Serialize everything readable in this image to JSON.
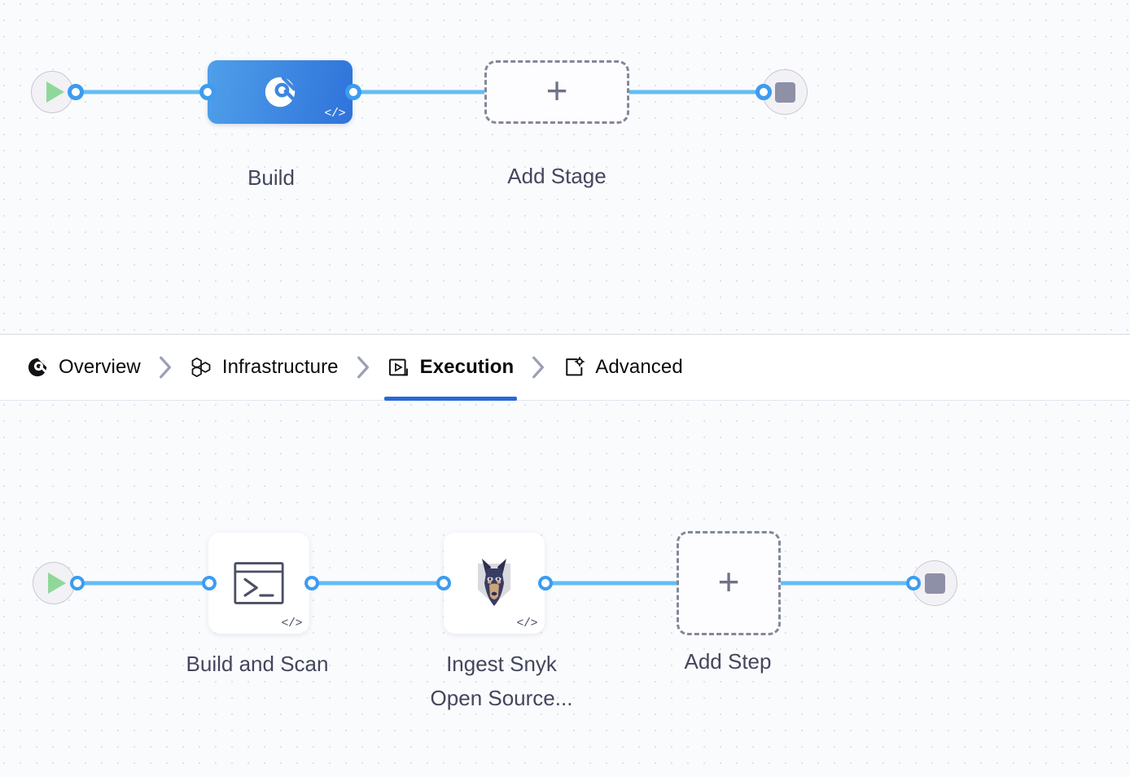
{
  "theme": {
    "canvas_bg": "#fafbfd",
    "grid_dot": "#dfe2e8",
    "wire": "#63bdf5",
    "port_ring": "#3c9cf0",
    "stage_gradient_from": "#4f9fe9",
    "stage_gradient_to": "#2f73da",
    "active_tab_underline": "#2a68d5",
    "endcap_fill": "#f2f1f6",
    "play_green": "#8fd89a",
    "stop_gray": "#8e90a8",
    "dashed_border": "#84879c",
    "text_primary": "#0b0b0d",
    "caption_color": "#43465c"
  },
  "tabs": {
    "items": [
      {
        "id": "overview",
        "label": "Overview",
        "icon": "scan-donut-icon",
        "active": false
      },
      {
        "id": "infrastructure",
        "label": "Infrastructure",
        "icon": "hexagons-icon",
        "active": false
      },
      {
        "id": "execution",
        "label": "Execution",
        "icon": "play-box-icon",
        "active": true
      },
      {
        "id": "advanced",
        "label": "Advanced",
        "icon": "bracket-gear-icon",
        "active": false
      }
    ],
    "separator_icon": "chevron-right-icon"
  },
  "stage_row": {
    "start_node": {
      "icon": "play-icon",
      "name": "pipeline-start"
    },
    "end_node": {
      "icon": "stop-icon",
      "name": "pipeline-end"
    },
    "stages": [
      {
        "id": "build",
        "label": "Build",
        "icon": "scan-donut-icon",
        "badge": "</>",
        "selected": true
      }
    ],
    "add_stage": {
      "label": "Add Stage",
      "icon": "plus-icon"
    }
  },
  "step_row": {
    "start_node": {
      "icon": "play-icon",
      "name": "execution-start"
    },
    "end_node": {
      "icon": "stop-icon",
      "name": "execution-end"
    },
    "steps": [
      {
        "id": "build-and-scan",
        "label": "Build and Scan",
        "icon": "terminal-icon",
        "badge": "</>"
      },
      {
        "id": "ingest-snyk-open-source",
        "label": "Ingest Snyk\nOpen Source...",
        "icon": "snyk-doberman-icon",
        "badge": "</>"
      }
    ],
    "add_step": {
      "label": "Add Step",
      "icon": "plus-icon"
    }
  }
}
